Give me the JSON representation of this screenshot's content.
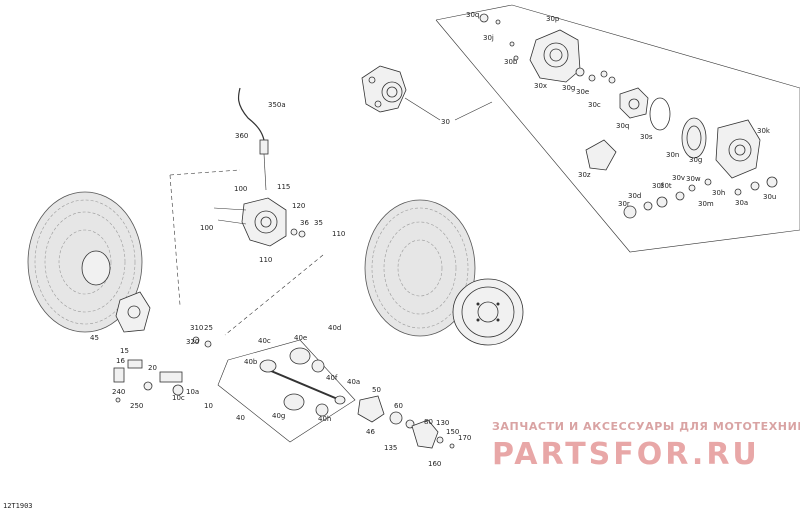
{
  "diagram": {
    "figure_code": "12T1903",
    "watermark": {
      "caption": "ЗАПЧАСТИ И АКСЕССУАРЫ ДЛЯ МОТОТЕХНИКИ",
      "brand": "PARTSFOR.RU"
    },
    "callouts": {
      "c30q": "30q",
      "c30p": "30p",
      "c30j": "30j",
      "c30b": "30b",
      "c30x": "30x",
      "c30g_top": "30g",
      "c30e": "30e",
      "c30c": "30c",
      "c30": "30",
      "c30q_b": "30q",
      "c30s": "30s",
      "c30k": "30k",
      "c30n": "30n",
      "c30g": "30g",
      "c30z": "30z",
      "c30w": "30w",
      "c30v": "30v",
      "c30t": "30t",
      "c30f": "30f",
      "c30d": "30d",
      "c30r": "30r",
      "c30h": "30h",
      "c30m": "30m",
      "c30a": "30a",
      "c30u": "30u",
      "c350a": "350a",
      "c360": "360",
      "c100a": "100",
      "c100b": "100",
      "c115": "115",
      "c120": "120",
      "c36": "36",
      "c35": "35",
      "c110a": "110",
      "c110b": "110",
      "c45": "45",
      "c310": "310",
      "c25": "25",
      "c320": "320",
      "c15": "15",
      "c16": "16",
      "c20": "20",
      "c10a": "10a",
      "c10c": "10c",
      "c10": "10",
      "c240": "240",
      "c250": "250",
      "c40c": "40c",
      "c40e": "40e",
      "c40d": "40d",
      "c40b": "40b",
      "c40f": "40f",
      "c40a": "40a",
      "c40": "40",
      "c40g": "40g",
      "c40h": "40h",
      "c50": "50",
      "c60": "60",
      "c80": "80",
      "c130": "130",
      "c170": "170",
      "c46": "46",
      "c135": "135",
      "c150": "150",
      "c160": "160"
    }
  }
}
